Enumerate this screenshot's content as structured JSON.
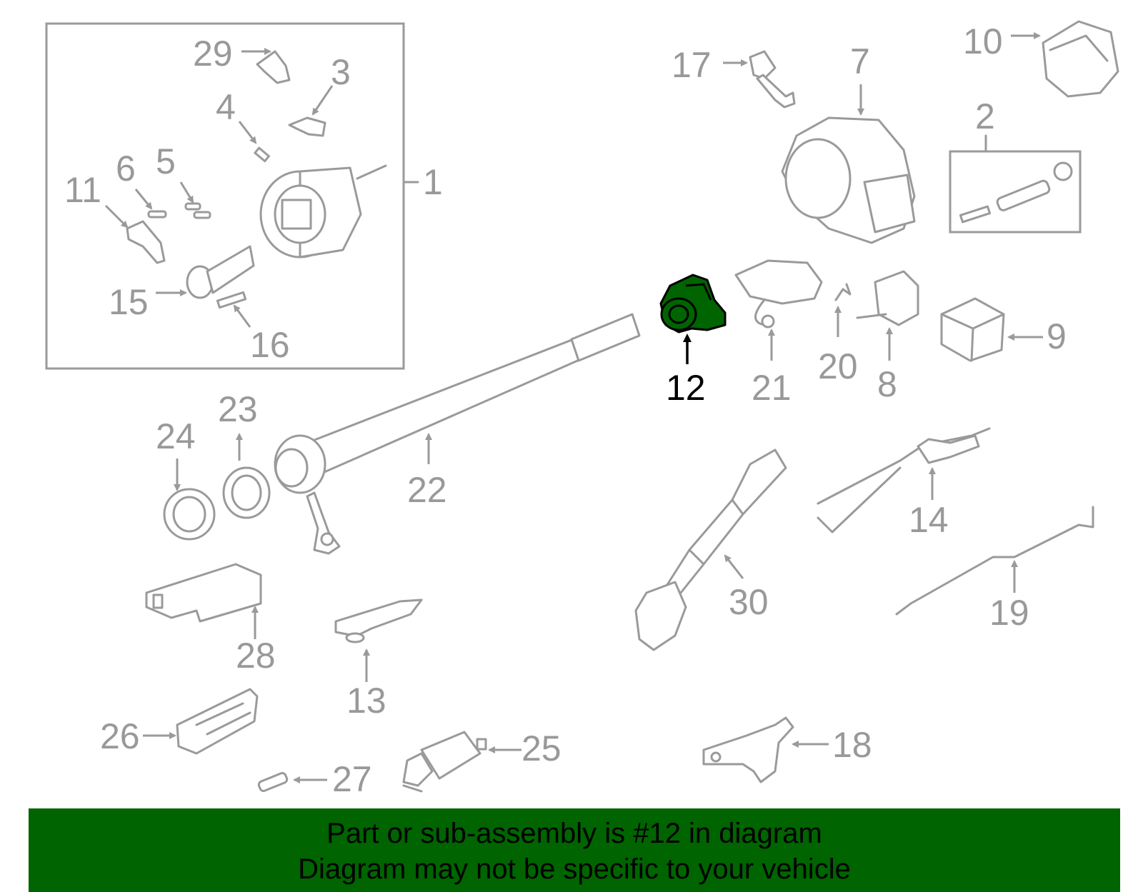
{
  "diagram": {
    "callouts": [
      "1",
      "2",
      "3",
      "4",
      "5",
      "6",
      "7",
      "8",
      "9",
      "10",
      "11",
      "12",
      "13",
      "14",
      "15",
      "16",
      "17",
      "18",
      "19",
      "20",
      "21",
      "22",
      "23",
      "24",
      "25",
      "26",
      "27",
      "28",
      "29",
      "30"
    ],
    "highlighted_callout": "12",
    "colors": {
      "highlight_part": "#006400",
      "banner_background": "#006400",
      "line_art": "#9a9a9a",
      "label_text": "#999999",
      "highlight_label": "#000000"
    }
  },
  "banner": {
    "line1": "Part or sub-assembly is #12 in diagram",
    "line2": "Diagram may not be specific to your vehicle"
  }
}
